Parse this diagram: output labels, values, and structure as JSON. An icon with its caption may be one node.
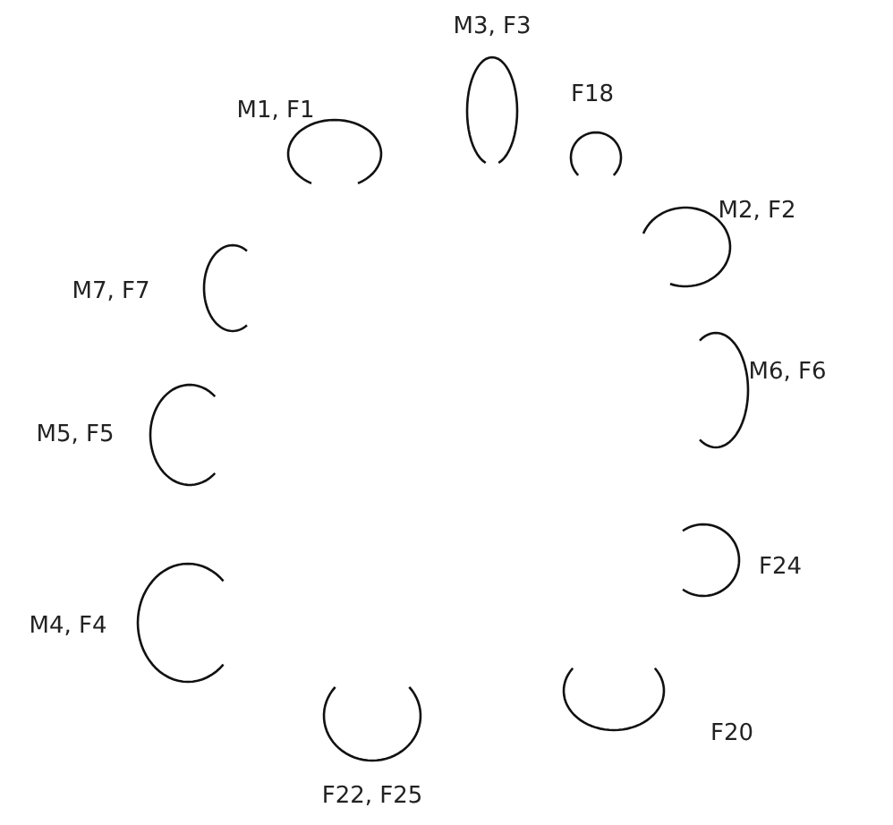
{
  "diagram": {
    "nodes": [
      {
        "text": [],
        "shape": "arc",
        "beside": [
          "M3, F3"
        ]
      },
      {
        "text": [],
        "shape": "arc",
        "beside": [
          "M1, F1"
        ]
      },
      {
        "text": [],
        "shape": "arc",
        "beside": [
          "F18"
        ]
      },
      {
        "text": [],
        "shape": "arc",
        "beside": [
          "M2, F2"
        ]
      },
      {
        "text": [],
        "shape": "arc",
        "beside": [
          "M7, F7"
        ]
      },
      {
        "text": [],
        "shape": "arc",
        "beside": [
          "M6, F6"
        ]
      },
      {
        "text": [],
        "shape": "arc",
        "beside": [
          "M5, F5"
        ]
      },
      {
        "text": [],
        "shape": "arc",
        "beside": [
          "F24"
        ]
      },
      {
        "text": [],
        "shape": "arc",
        "beside": [
          "M4, F4"
        ]
      },
      {
        "text": [],
        "shape": "arc",
        "beside": [
          "F20"
        ]
      },
      {
        "text": [],
        "shape": "arc",
        "beside": [
          "F22, F25"
        ]
      }
    ]
  }
}
